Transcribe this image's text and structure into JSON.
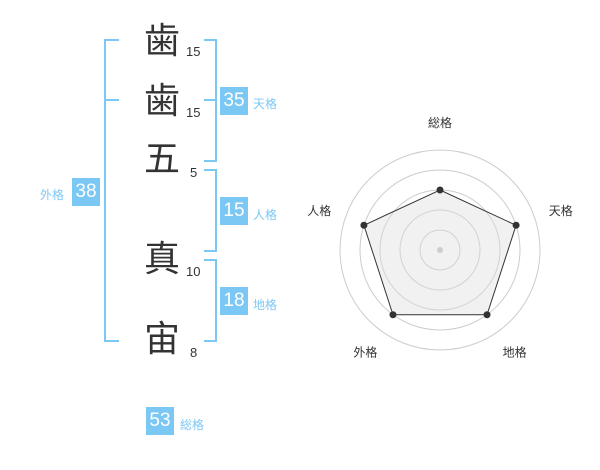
{
  "name": {
    "chars": [
      {
        "kanji": "歯",
        "strokes": "15"
      },
      {
        "kanji": "歯",
        "strokes": "15"
      },
      {
        "kanji": "五",
        "strokes": "5"
      },
      {
        "kanji": "真",
        "strokes": "10"
      },
      {
        "kanji": "宙",
        "strokes": "8"
      }
    ]
  },
  "kaku": {
    "tenkaku": {
      "value": "35",
      "label": "天格"
    },
    "jinkaku": {
      "value": "15",
      "label": "人格"
    },
    "chikaku": {
      "value": "18",
      "label": "地格"
    },
    "gaikaku": {
      "value": "38",
      "label": "外格"
    },
    "soukaku": {
      "value": "53",
      "label": "総格"
    }
  },
  "colors": {
    "accent": "#7cc8f5",
    "text": "#333333",
    "fill": "#f0f0f0",
    "ring": "#cccccc"
  },
  "chart_data": {
    "type": "radar",
    "categories": [
      "総格",
      "天格",
      "地格",
      "外格",
      "人格"
    ],
    "values": [
      3,
      4,
      4,
      4,
      4
    ],
    "rmax": 5,
    "rings": 5,
    "grid": true
  }
}
